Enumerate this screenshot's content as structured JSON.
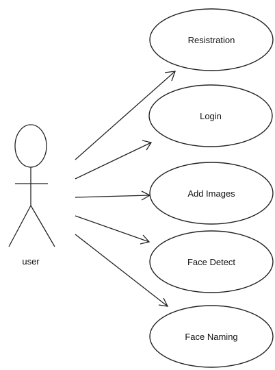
{
  "actor": {
    "label": "user"
  },
  "use_cases": [
    {
      "label": "Resistration"
    },
    {
      "label": "Login"
    },
    {
      "label": "Add Images"
    },
    {
      "label": "Face Detect"
    },
    {
      "label": "Face Naming"
    }
  ]
}
